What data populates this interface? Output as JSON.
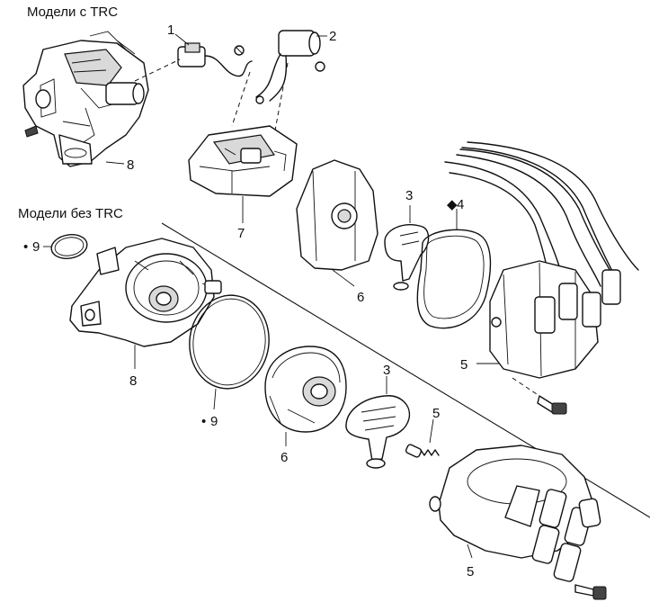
{
  "headings": {
    "with_trc": "Модели с TRC",
    "without_trc": "Модели без TRC"
  },
  "callouts": {
    "c1": "1",
    "c2": "2",
    "c3_top": "3",
    "c4": "4",
    "c5_top": "5",
    "c6_top": "6",
    "c7": "7",
    "c8_top": "8",
    "c9_top": "9",
    "c8_bottom": "8",
    "c9_bottom": "9",
    "c6_bottom": "6",
    "c3_bottom": "3",
    "c5_spring": "5",
    "c5_bottom": "5"
  },
  "markers": {
    "dot": "•",
    "diamond": "◆"
  }
}
